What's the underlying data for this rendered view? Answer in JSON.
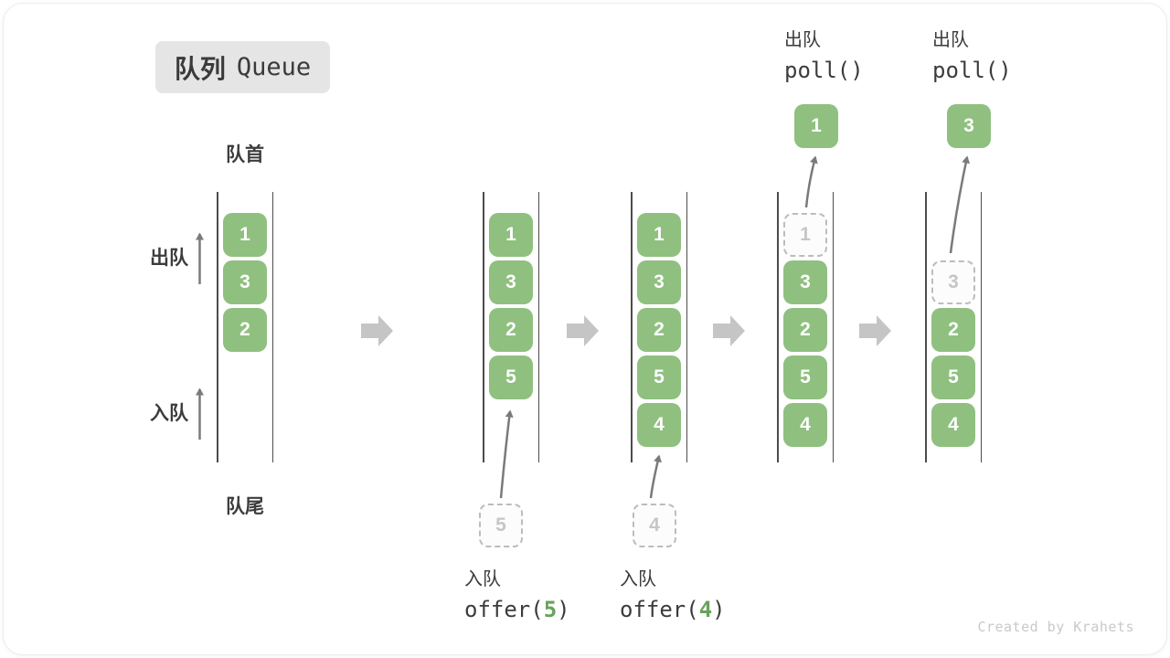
{
  "title": {
    "zh": "队列",
    "en": "Queue"
  },
  "side_labels": {
    "front": "队首",
    "rear": "队尾",
    "dequeue": "出队",
    "enqueue": "入队"
  },
  "watermark": "Created by Krahets",
  "colors": {
    "box_green": "#8FC07F",
    "code_green": "#67A35B",
    "wall_gray": "#4C4C4C",
    "thin_arrow_gray": "#7A7A7A",
    "block_arrow_gray": "#C5C5C5",
    "badge_gray": "#E5E5E5",
    "dashed_gray": "#BCBCBC"
  },
  "states": [
    {
      "boxes": [
        "1",
        "3",
        "2"
      ]
    },
    {
      "boxes": [
        "1",
        "3",
        "2",
        "5"
      ],
      "incoming": "5",
      "op": {
        "action": "入队",
        "code_pre": "offer(",
        "code_arg": "5",
        "code_post": ")"
      }
    },
    {
      "boxes": [
        "1",
        "3",
        "2",
        "5",
        "4"
      ],
      "incoming": "4",
      "op": {
        "action": "入队",
        "code_pre": "offer(",
        "code_arg": "4",
        "code_post": ")"
      }
    },
    {
      "removed": "1",
      "boxes": [
        "3",
        "2",
        "5",
        "4"
      ],
      "popped": "1",
      "op": {
        "action": "出队",
        "code": "poll()"
      }
    },
    {
      "removed": "3",
      "boxes": [
        "2",
        "5",
        "4"
      ],
      "popped": "3",
      "op": {
        "action": "出队",
        "code": "poll()"
      }
    }
  ]
}
